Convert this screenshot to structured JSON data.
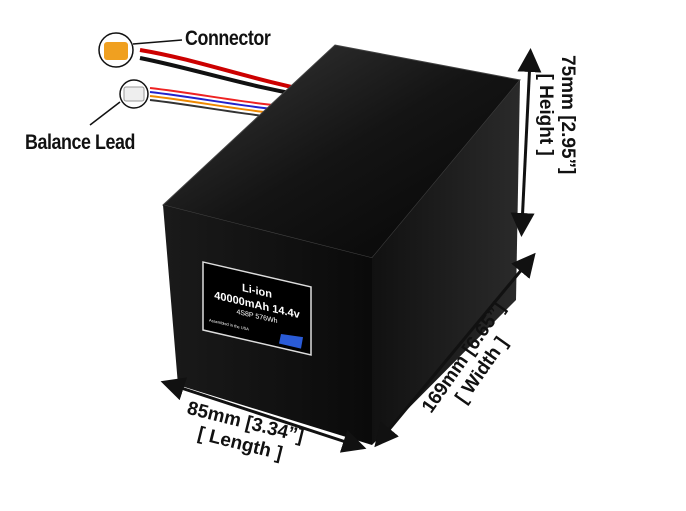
{
  "callouts": {
    "connector": "Connector",
    "balance_lead": "Balance Lead"
  },
  "dimensions": {
    "height": {
      "value": "75mm [2.95”]",
      "label": "[ Height ]"
    },
    "width": {
      "value": "169mm [6.65”]",
      "label": "[ Width ]"
    },
    "length": {
      "value": "85mm [3.34”]",
      "label": "[ Length ]"
    }
  },
  "battery_label": {
    "chemistry": "Li-ion",
    "capacity_voltage": "40000mAh 14.4v",
    "config": "4S8P 576Wh",
    "assembled": "Assembled in the USA"
  }
}
